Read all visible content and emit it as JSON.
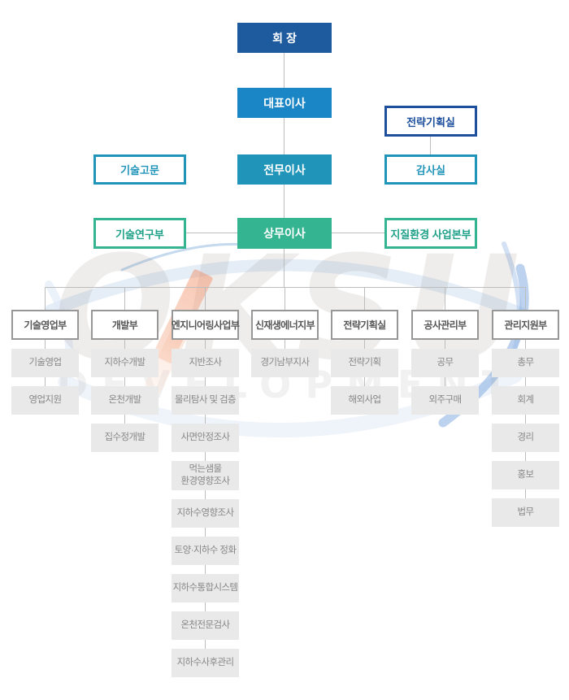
{
  "watermark": {
    "brand": "OKSU",
    "subtitle": "DEVELOPMENT"
  },
  "colors": {
    "navy": "#1e5b9e",
    "blue": "#1b86c6",
    "teal": "#2094b9",
    "green": "#34b491",
    "outline_navy": "#1d4f9d",
    "green_text": "#1fa189",
    "dept_border": "#979797",
    "dept_text": "#575757",
    "unit_bg": "#e9e9e9",
    "unit_text": "#878787",
    "line": "#bdbdbd",
    "accent_orange": "#f0855a",
    "swoosh_blue": "#7aa6de"
  },
  "org": {
    "chairman": {
      "label": "회 장"
    },
    "ceo": {
      "label": "대표이사"
    },
    "executive_director": {
      "label": "전무이사"
    },
    "managing_director": {
      "label": "상무이사"
    },
    "strategic_planning_office_top": {
      "label": "전략기획실"
    },
    "audit_office": {
      "label": "감사실"
    },
    "technical_advisor": {
      "label": "기술고문"
    },
    "technical_research_dept": {
      "label": "기술연구부"
    },
    "geo_environment_hq": {
      "label": "지질환경 사업본부"
    },
    "departments": [
      {
        "name": "기술영업부",
        "units": [
          "기술영업",
          "영업지원"
        ]
      },
      {
        "name": "개발부",
        "units": [
          "지하수개발",
          "온천개발",
          "집수정개발"
        ]
      },
      {
        "name": "엔지니어링사업부",
        "units": [
          "지반조사",
          "물리탐사 및 검층",
          "사면안정조사",
          "먹는샘물\n환경영향조사",
          "지하수영향조사",
          "토양·지하수 정화",
          "지하수통합시스템",
          "온천전문검사",
          "지하수사후관리"
        ]
      },
      {
        "name": "신재생에너지부",
        "units": [
          "경기남부지사"
        ]
      },
      {
        "name": "전략기획실",
        "units": [
          "전략기획",
          "해외사업"
        ]
      },
      {
        "name": "공사관리부",
        "units": [
          "공무",
          "외주구매"
        ]
      },
      {
        "name": "관리지원부",
        "units": [
          "총무",
          "회계",
          "경리",
          "홍보",
          "법무"
        ]
      }
    ]
  }
}
